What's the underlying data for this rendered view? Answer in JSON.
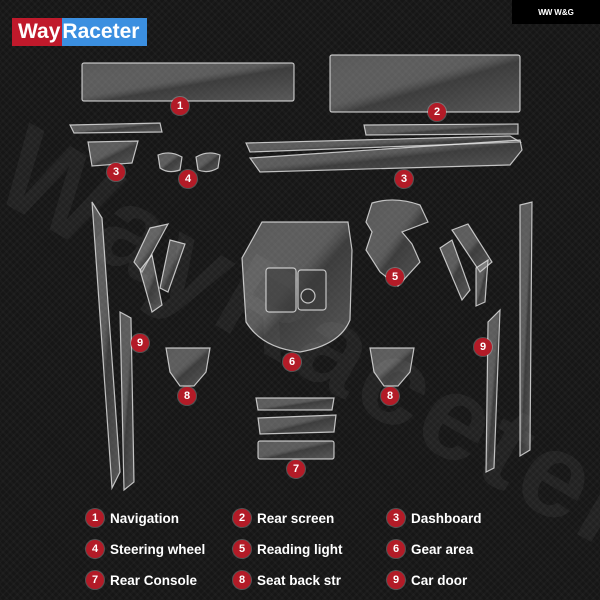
{
  "header": {
    "logo_part1": "Way",
    "logo_part2": "Raceter",
    "brand_mark": "WW",
    "brand_text": "W&G",
    "watermark": "WayRaceter"
  },
  "colors": {
    "badge": "#b31b27",
    "logo_red": "#c0192b",
    "logo_blue": "#3b8fe0",
    "background": "#161616"
  },
  "badges": [
    "1",
    "2",
    "3",
    "4",
    "3",
    "5",
    "9",
    "6",
    "9",
    "8",
    "8",
    "7"
  ],
  "legend": [
    {
      "num": "1",
      "label": "Navigation"
    },
    {
      "num": "2",
      "label": "Rear screen"
    },
    {
      "num": "3",
      "label": "Dashboard"
    },
    {
      "num": "4",
      "label": "Steering wheel"
    },
    {
      "num": "5",
      "label": "Reading light"
    },
    {
      "num": "6",
      "label": "Gear area"
    },
    {
      "num": "7",
      "label": "Rear Console"
    },
    {
      "num": "8",
      "label": "Seat back str"
    },
    {
      "num": "9",
      "label": "Car door"
    }
  ]
}
